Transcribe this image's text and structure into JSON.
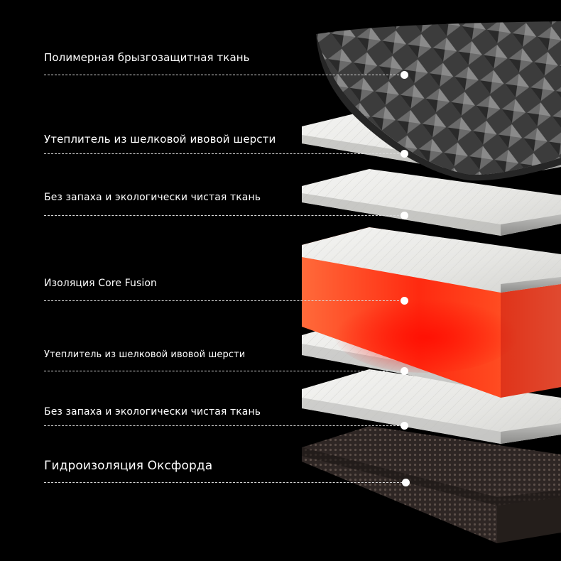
{
  "layers": [
    {
      "label": "Полимерная брызгозащитная ткань"
    },
    {
      "label": "Утеплитель из шелковой ивовой шерсти"
    },
    {
      "label": "Без запаха и экологически чистая ткань"
    },
    {
      "label": "Изоляция Core Fusion"
    },
    {
      "label": "Утеплитель из шелковой ивовой шерсти"
    },
    {
      "label": "Без запаха и экологически чистая ткань"
    },
    {
      "label": "Гидроизоляция Оксфорда"
    }
  ],
  "colors": {
    "background": "#000000",
    "polymer_layer": "#4a4a4a",
    "wool_layer": "#ececec",
    "core_fusion_glow": "#ff2a10",
    "oxford_layer": "#3a302c",
    "leader_line": "#d9d9d9"
  }
}
